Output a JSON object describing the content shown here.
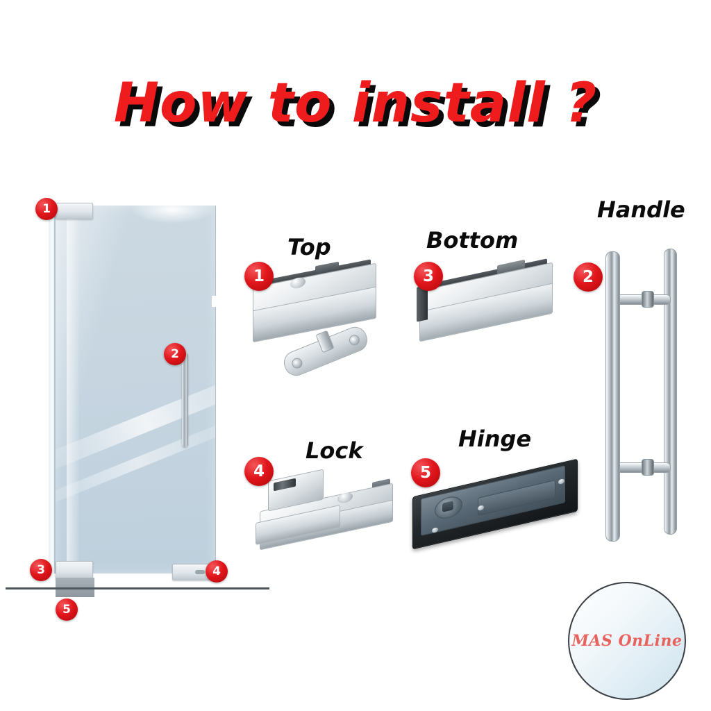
{
  "page": {
    "title": "How to install ?",
    "title_color": "#ee1c1c",
    "title_shadow_color": "#0a0a0a",
    "background_color": "#ffffff",
    "badge_color": "#e0161b"
  },
  "diagram": {
    "name": "glass-door-installation-diagram",
    "door": {
      "name": "glass-door-panel",
      "glass_color": "#ccd9e2"
    },
    "callouts": [
      {
        "number": "1",
        "target": "top-patch-fitting-on-door"
      },
      {
        "number": "2",
        "target": "pull-handle-on-door"
      },
      {
        "number": "3",
        "target": "bottom-patch-fitting-on-door"
      },
      {
        "number": "4",
        "target": "lock-on-door"
      },
      {
        "number": "5",
        "target": "floor-hinge-under-door"
      }
    ]
  },
  "parts": [
    {
      "number": "1",
      "label": "Top",
      "name": "top-patch-fitting",
      "description": "top patch fitting with pivot plate"
    },
    {
      "number": "3",
      "label": "Bottom",
      "name": "bottom-patch-fitting",
      "description": "bottom patch fitting"
    },
    {
      "number": "2",
      "label": "Handle",
      "name": "pull-handle",
      "description": "stainless steel H-bar pull handle"
    },
    {
      "number": "4",
      "label": "Lock",
      "name": "patch-lock",
      "description": "glass door patch lock"
    },
    {
      "number": "5",
      "label": "Hinge",
      "name": "floor-hinge",
      "description": "floor spring hinge in housing"
    }
  ],
  "watermark": {
    "text": "MAS OnLine",
    "text_color": "#e8635e"
  }
}
